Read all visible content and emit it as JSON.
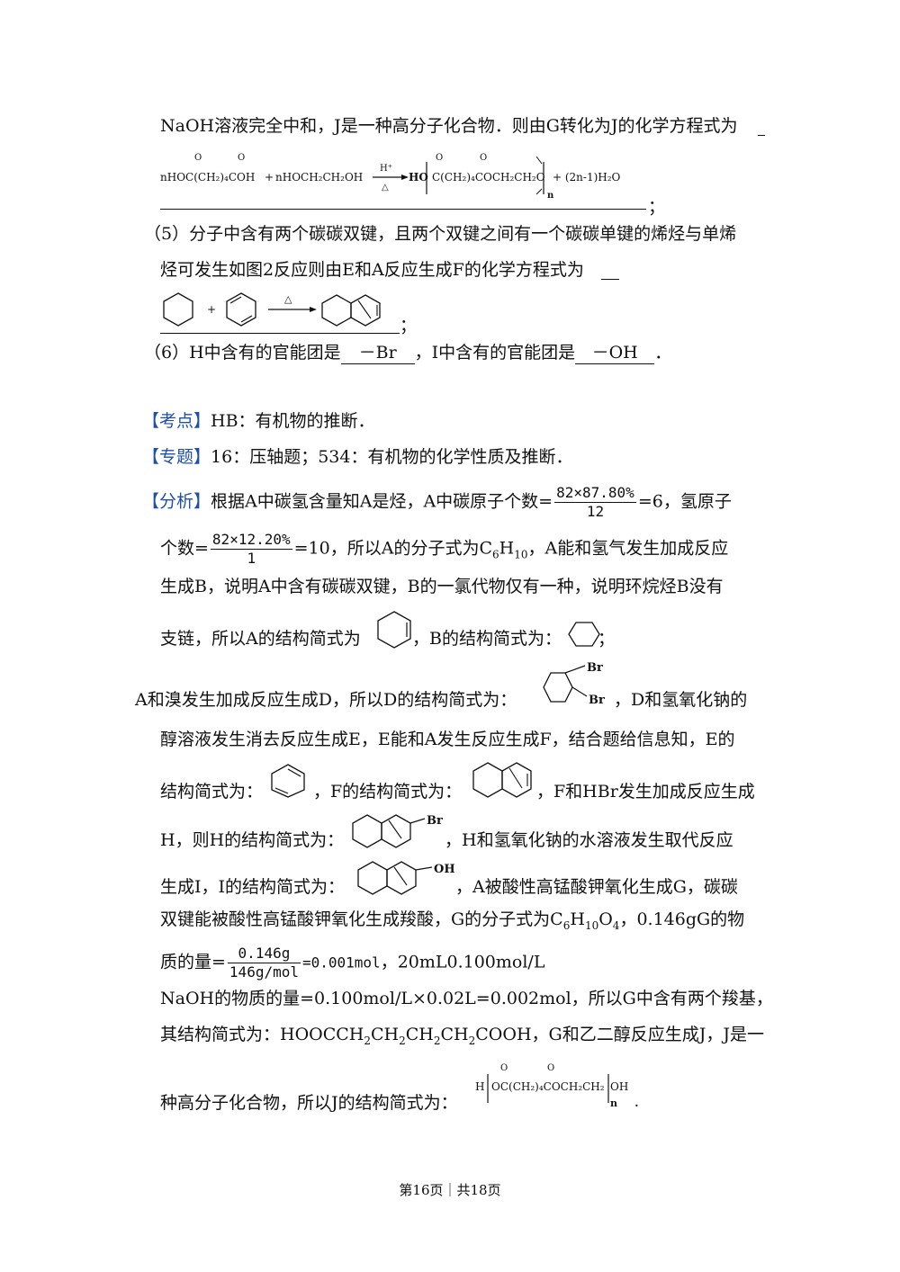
{
  "q4": {
    "line1": "NaOH溶液完全中和，J是一种高分子化合物．则由G转化为J的化学方程式为",
    "eq": {
      "reactant1": "nHOC(CH₂)₄COH",
      "plus": "+",
      "reactant2": "nHOCH₂CH₂OH",
      "cond_top": "H⁺",
      "cond_bottom": "△",
      "prod_left": "HO",
      "prod_mid": "C(CH₂)₄COCH₂CH₂O",
      "prod_sub": "n",
      "prod_right": "+ (2n-1)H₂O",
      "o": "O"
    },
    "end": "；"
  },
  "q5": {
    "line1": "（5）分子中含有两个碳碳双键，且两个双键之间有一个碳碳单键的烯烃与单烯",
    "line2": "烃可发生如图2反应则由E和A反应生成F的化学方程式为",
    "plus": "+",
    "cond": "△",
    "end": "；"
  },
  "q6": {
    "prefix": "（6）H中含有的官能团是",
    "ans1": "－Br",
    "mid": "，I中含有的官能团是",
    "ans2": "－OH",
    "end": "．"
  },
  "kaodian": {
    "tag": "【考点】",
    "text": "HB：有机物的推断．"
  },
  "zhuanti": {
    "tag": "【专题】",
    "text": "16：压轴题；534：有机物的化学性质及推断．"
  },
  "fenxi": {
    "tag": "【分析】",
    "l1a": "根据A中碳氢含量知A是烃，A中碳原子个数=",
    "f1num": "82×87.80%",
    "f1den": "12",
    "l1b": "=6，氢原子",
    "l2a": "个数=",
    "f2num": "82×12.20%",
    "f2den": "1",
    "l2b": "=10，所以A的分子式为C",
    "l2c": "H",
    "l2d": "，A能和氢气发生加成反应",
    "sub6": "6",
    "sub10": "10",
    "l3": "生成B，说明A中含有碳碳双键，B的一氯代物仅有一种，说明环烷烃B没有",
    "l4a": "支链，所以A的结构简式为",
    "l4b": "，B的结构简式为：",
    "l4c": "；",
    "l5a": "A和溴发生加成反应生成D，所以D的结构简式为：",
    "l5b": "，D和氢氧化钠的",
    "br": "Br",
    "oh": "OH",
    "l6": "醇溶液发生消去反应生成E，E能和A发生反应生成F，结合题给信息知，E的",
    "l7a": "结构简式为：",
    "l7b": "，F的结构简式为：",
    "l7c": "，F和HBr发生加成反应生成",
    "l8a": "H，则H的结构简式为：",
    "l8b": "，H和氢氧化钠的水溶液发生取代反应",
    "l9a": "生成I，I的结构简式为：",
    "l9b": "，A被酸性高锰酸钾氧化生成G，碳碳",
    "l10a": "双键能被酸性高锰酸钾氧化生成羧酸，G的分子式为C",
    "l10b": "H",
    "l10c": "O",
    "l10d": "，0.146gG的物",
    "sub4": "4",
    "l11a": "质的量=",
    "f3num": "0.146g",
    "f3den": "146g/mol",
    "l11b": "=0.001mol",
    "l11c": "，20mL0.100mol/L",
    "l12": "NaOH的物质的量=0.100mol/L×0.02L=0.002mol，所以G中含有两个羧基，",
    "l13a": "其结构简式为：HOOCCH",
    "l13b": "CH",
    "l13c": "COOH，G和乙二醇反应生成J，J是一",
    "sub2": "2",
    "l14": "种高分子化合物，所以J的结构简式为：",
    "poly": {
      "h": "H",
      "mid": "OC(CH₂)₄COCH₂CH₂",
      "right": "OH",
      "n": "n",
      "o": "O"
    },
    "end": "．"
  },
  "footer": "第16页｜共18页"
}
